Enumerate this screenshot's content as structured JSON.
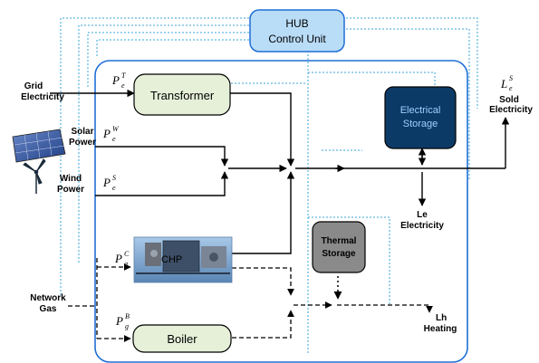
{
  "hub": {
    "line1": "HUB",
    "line2": "Control Unit"
  },
  "blocks": {
    "transformer": "Transformer",
    "boiler": "Boiler",
    "chp": "CHP",
    "electrical_storage": {
      "line1": "Electrical",
      "line2": "Storage"
    },
    "thermal_storage": {
      "line1": "Thermal",
      "line2": "Storage"
    }
  },
  "inputs": {
    "grid": {
      "line1": "Grid",
      "line2": "Electricity"
    },
    "solar": {
      "line1": "Solar",
      "line2": "Power"
    },
    "wind": {
      "line1": "Wind",
      "line2": "Power"
    },
    "gas": {
      "line1": "Network",
      "line2": "Gas"
    }
  },
  "outputs": {
    "sold": {
      "line1": "Sold",
      "line2": "Electricity"
    },
    "le": {
      "line1": "Le",
      "line2": "Electricity"
    },
    "lh": {
      "line1": "Lh",
      "line2": "Heating"
    }
  },
  "symbols": {
    "p_t": {
      "base": "P",
      "sup": "T",
      "sub": "e"
    },
    "p_w": {
      "base": "P",
      "sup": "W",
      "sub": "e"
    },
    "p_s": {
      "base": "P",
      "sup": "S",
      "sub": "e"
    },
    "p_c": {
      "base": "P",
      "sup": "C",
      "sub": "g"
    },
    "p_b": {
      "base": "P",
      "sup": "B",
      "sub": "g"
    },
    "l_s": {
      "base": "L",
      "sup": "S",
      "sub": "e"
    }
  },
  "colors": {
    "hub_fill": "#b9dcf7",
    "frame": "#1f6fd6",
    "dotted": "#3aa6d8",
    "component_fill": "#e6f0d9",
    "elec_storage": "#0c3a66",
    "thermal_storage": "#8a8a8a"
  }
}
